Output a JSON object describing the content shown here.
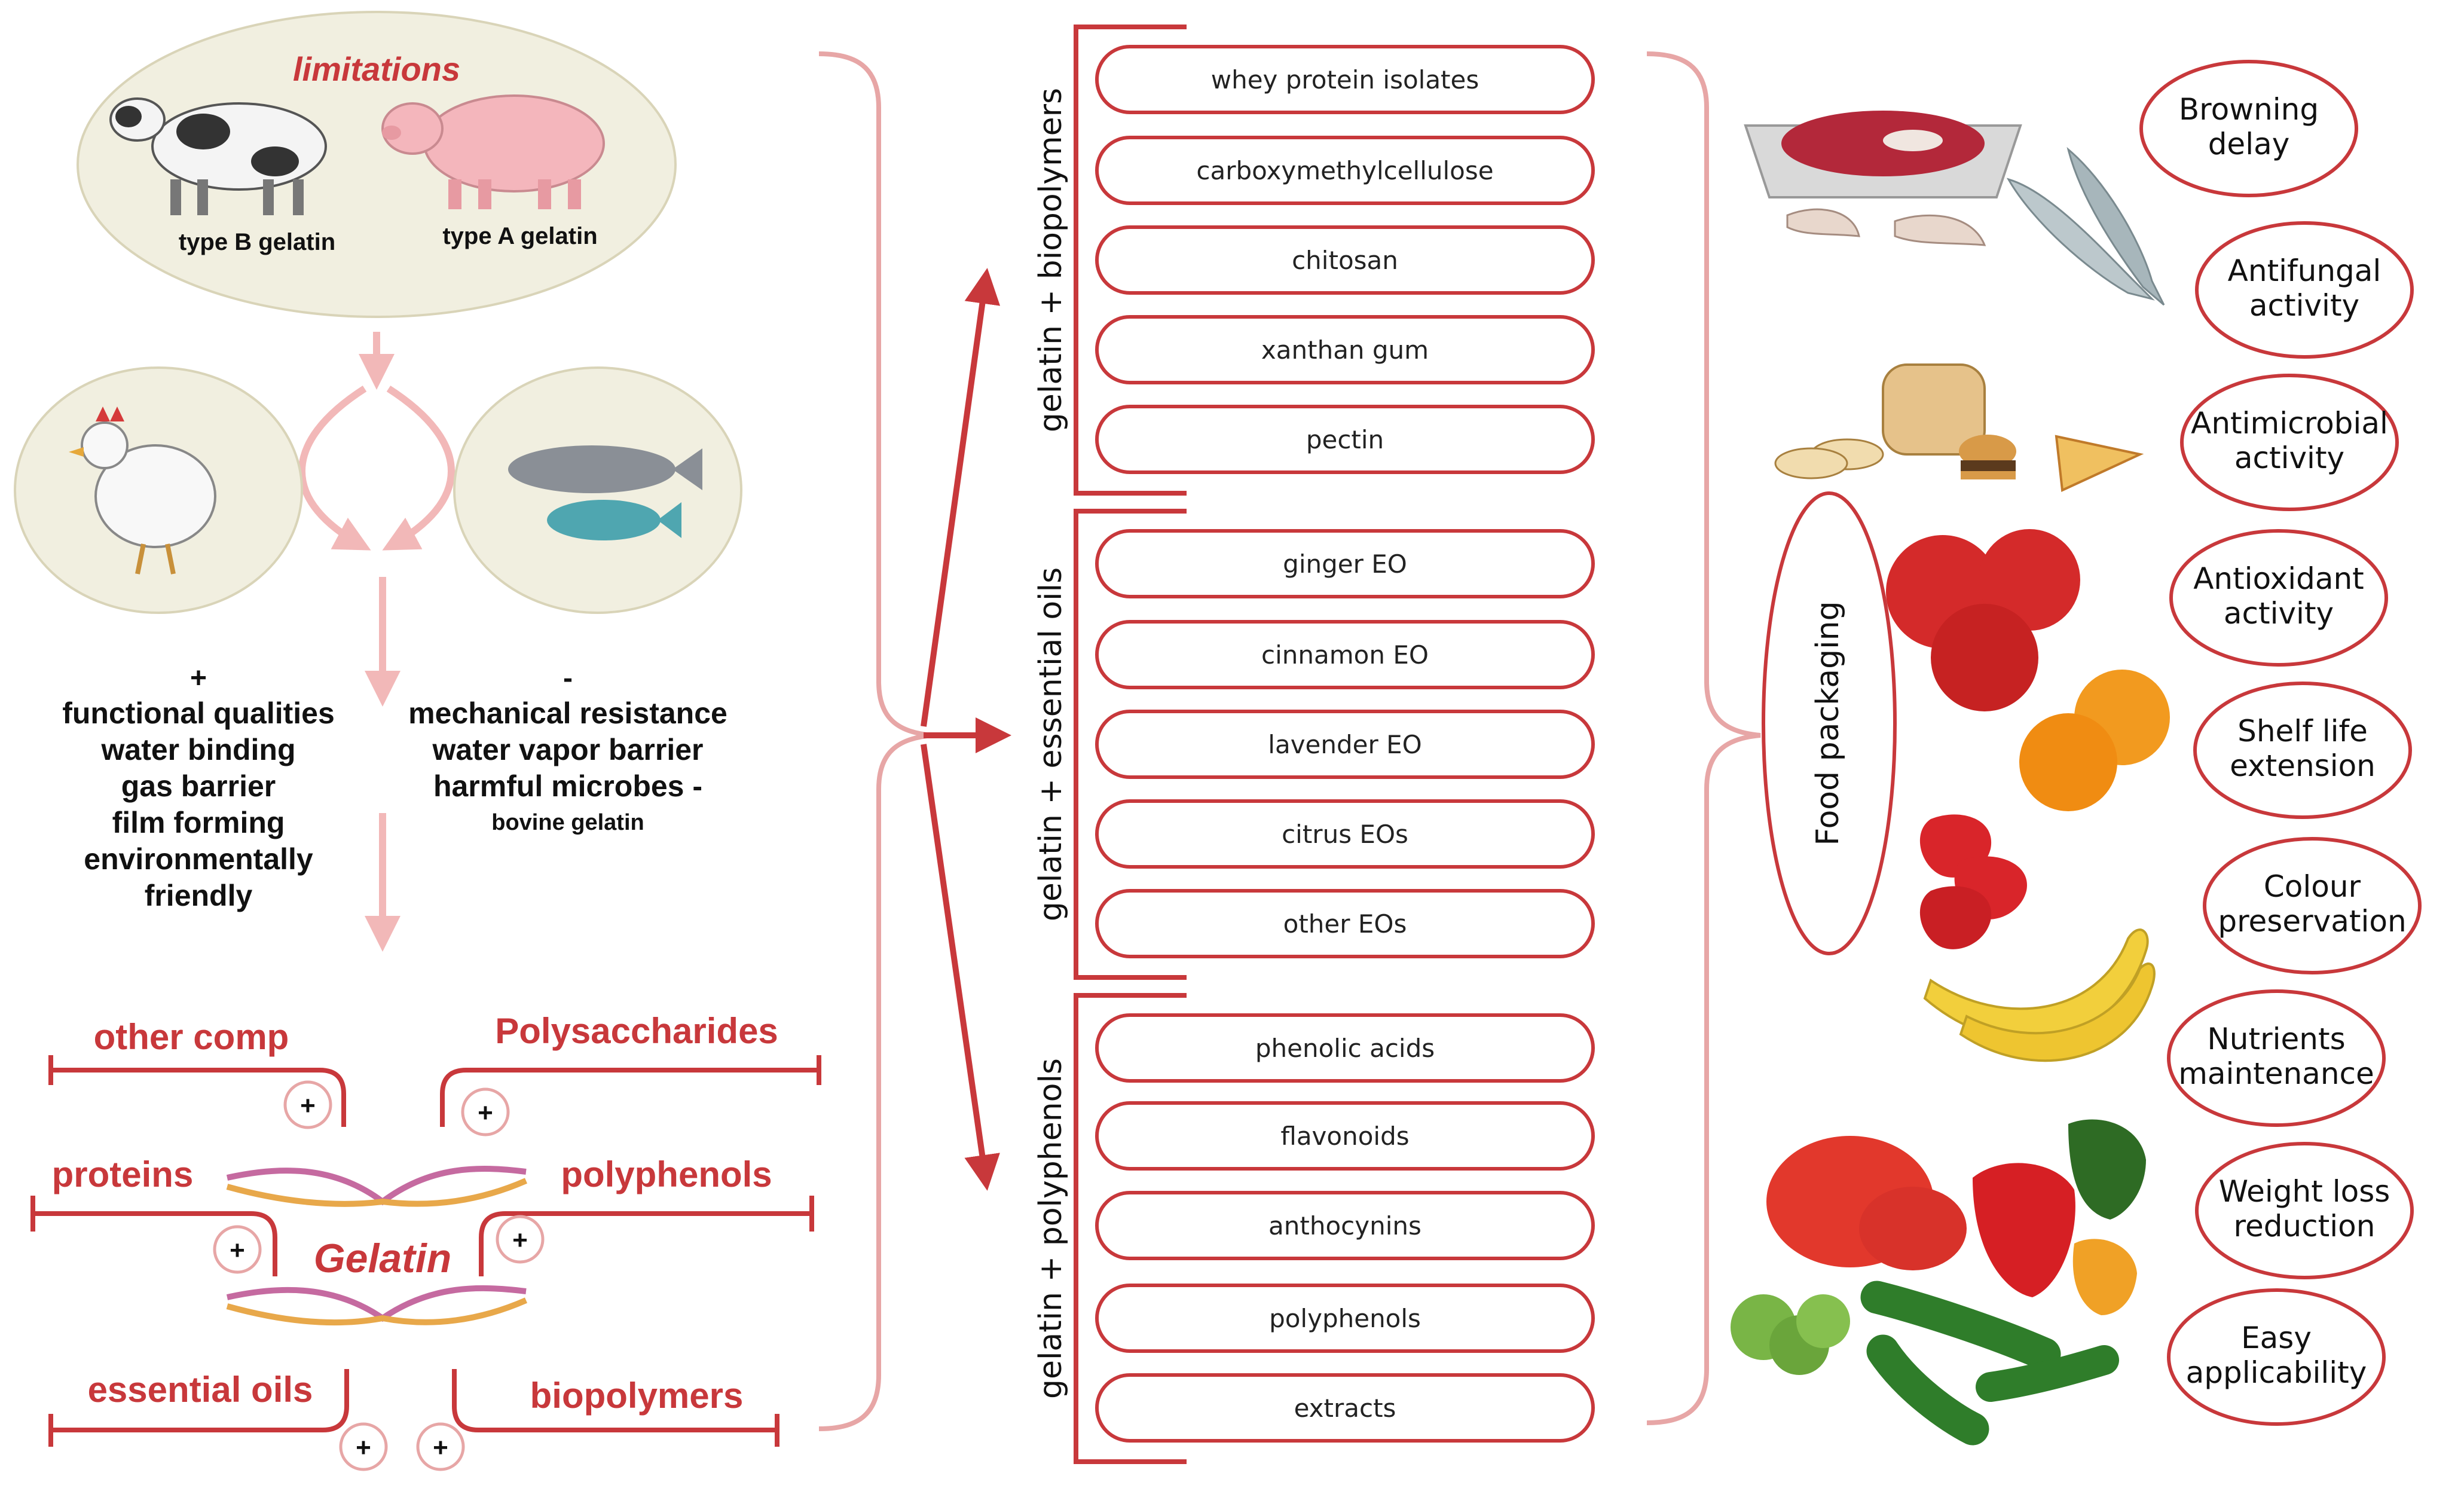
{
  "sources": {
    "limitations_title": "limitations",
    "type_b_label": "type B gelatin",
    "type_a_label": "type A gelatin"
  },
  "properties": {
    "plus_sign": "+",
    "minus_sign": "-",
    "positives": [
      "functional qualities",
      "water binding",
      "gas barrier",
      "film forming",
      "environmentally",
      "friendly"
    ],
    "negatives": [
      "mechanical resistance",
      "water vapor barrier",
      "harmful microbes -"
    ],
    "negatives_note": "bovine gelatin"
  },
  "composites": {
    "center_label": "Gelatin",
    "other_comp": "other comp",
    "polysaccharides": "Polysaccharides",
    "proteins": "proteins",
    "polyphenols": "polyphenols",
    "essential_oils": "essential oils",
    "biopolymers": "biopolymers",
    "plus": "+"
  },
  "groups": [
    {
      "title": "gelatin + biopolymers",
      "items": [
        "whey protein isolates",
        "carboxymethylcellulose",
        "chitosan",
        "xanthan gum",
        "pectin"
      ]
    },
    {
      "title": "gelatin + essential oils",
      "items": [
        "ginger EO",
        "cinnamon EO",
        "lavender EO",
        "citrus EOs",
        "other EOs"
      ]
    },
    {
      "title": "gelatin + polyphenols",
      "items": [
        "phenolic acids",
        "flavonoids",
        "anthocynins",
        "polyphenols",
        "extracts"
      ]
    }
  ],
  "food_packaging_label": "Food packaging",
  "benefits": [
    [
      "Browning",
      "delay"
    ],
    [
      "Antifungal",
      "activity"
    ],
    [
      "Antimicrobial",
      "activity"
    ],
    [
      "Antioxidant",
      "activity"
    ],
    [
      "Shelf life",
      "extension"
    ],
    [
      "Colour",
      "preservation"
    ],
    [
      "Nutrients",
      "maintenance"
    ],
    [
      "Weight loss",
      "reduction"
    ],
    [
      "Easy",
      "applicability"
    ]
  ],
  "colors": {
    "accent_red": "#c8383b",
    "pink_arrow": "#f2b8b8",
    "beige_fill": "#f1efe0",
    "bracket_pink": "#e7a6a6"
  }
}
